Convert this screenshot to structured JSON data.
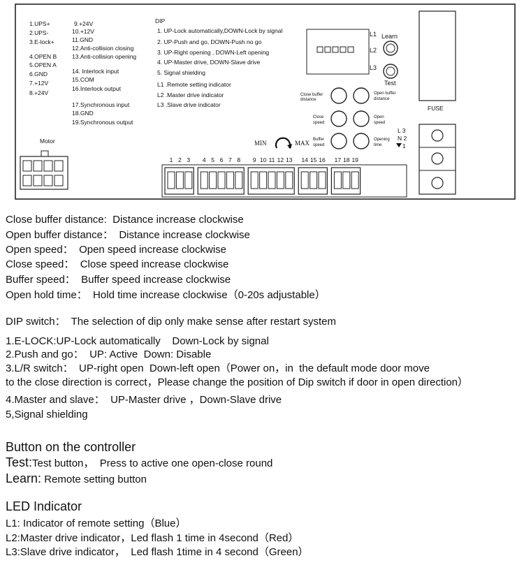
{
  "board": {
    "pins_left": [
      "1.UPS+",
      "2.UPS-",
      "3.E-lock+",
      "4.OPEN B",
      "5.OPEN A",
      "6.GND",
      "7.+12V",
      "8.+24V"
    ],
    "pins_mid": [
      "9.+24V",
      "10.+12V",
      "11.GND",
      "12.Anti-collision closing",
      "13.Anti-collision opening",
      "14. Interlock input",
      "15.COM",
      "16.Interlock output",
      "17.Synchronous input",
      "18.GND",
      "19.Synchronous output"
    ],
    "dip_title": "DIP",
    "dip_items": [
      "1.  UP-Lock automatically,DOWN-Lock by signal",
      "2.  UP-Push and go,  DOWN-Push no go",
      "3.  UP-Right opening ,  DOWN-Left opening",
      "4.  UP-Master drive,  DOWN-Slave drive",
      "5.  Signal shielding"
    ],
    "led_items": [
      "L1  .Remote setting indicator",
      "L2  .Master drive indicator",
      "L3  .Slave drive indicator"
    ],
    "led_marks": [
      "L1",
      "L2",
      "L3"
    ],
    "learn_label": "Learn",
    "test_label": "Test",
    "motor_label": "Motor",
    "fuse_label": "FUSE",
    "min_label": "MIN",
    "max_label": "MAX",
    "knob_labels": {
      "close_buffer": [
        "Close buffer",
        "distance"
      ],
      "open_buffer": [
        "Open buffer",
        "distance"
      ],
      "close_speed": [
        "Close",
        "speed"
      ],
      "open_speed": [
        "Open",
        "speed"
      ],
      "buffer_speed": [
        "Buffer",
        "speed"
      ],
      "opening_time": [
        "Opening",
        "time"
      ]
    },
    "power_labels": [
      "L 3",
      "N 2",
      "1"
    ],
    "terminal_numbers": [
      "1",
      "2",
      "3",
      "4",
      "5",
      "6",
      "7",
      "8",
      "9",
      "10",
      "11",
      "12",
      "13",
      "14",
      "15",
      "16",
      "17",
      "18",
      "19"
    ]
  },
  "adjust": [
    "Close buffer distance:  Distance increase clockwise",
    "Open buffer distance：  Distance increase clockwise",
    "Open speed：  Open speed increase clockwise",
    "Close speed：  Close speed increase clockwise",
    "Buffer speed：  Buffer speed increase clockwise",
    "Open hold time：  Hold time increase clockwise（0-20s adjustable）"
  ],
  "dip_intro": "DIP switch：  The selection of dip only make sense after restart system",
  "dip_notes": [
    "1.E-LOCK:UP-Lock automatically    Down-Lock by signal",
    "2.Push and go：  UP: Active  Down: Disable",
    "3.L/R switch：  UP-right open  Down-left open（Power on，in  the default mode door move",
    "to the close direction is correct，Please change the position of Dip switch if door in open direction）",
    "4.Master and slave：  UP-Master drive ，Down-Slave drive",
    "5,Signal shielding"
  ],
  "buttons_heading": "Button on the controller",
  "buttons": [
    {
      "label": "Test:",
      "text": "Test button，  Press to active one open-close round"
    },
    {
      "label": "Learn:",
      "text": " Remote setting button"
    }
  ],
  "led_heading": "LED Indicator",
  "led_notes": [
    "L1: Indicator of remote setting（Blue）",
    "L2:Master drive indicator，Led flash 1 time in 4second（Red）",
    "L3:Slave drive indicator，  Led flash 1time in 4 second（Green）"
  ]
}
